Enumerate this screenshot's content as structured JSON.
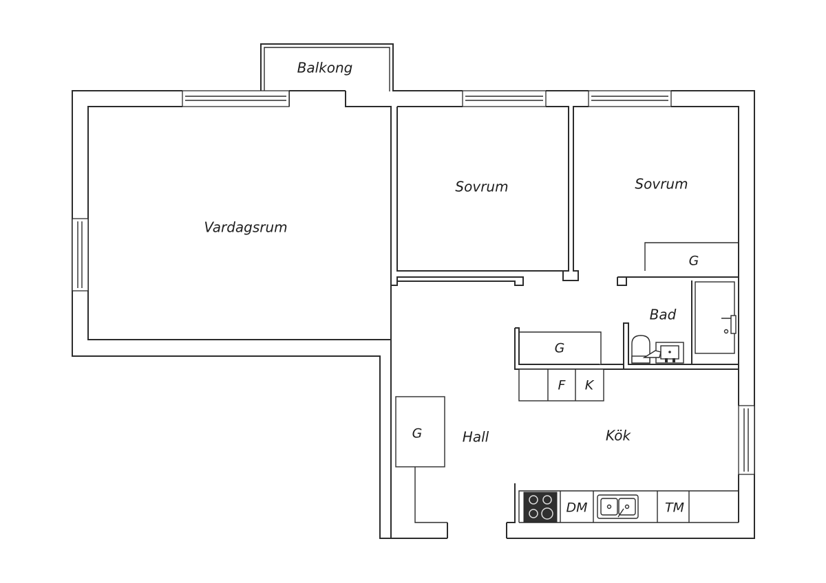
{
  "floorplan": {
    "rooms": {
      "balcony": "Balkong",
      "living": "Vardagsrum",
      "bedroom1": "Sovrum",
      "bedroom2": "Sovrum",
      "bath": "Bad",
      "hall": "Hall",
      "kitchen": "Kök"
    },
    "fixtures": {
      "wardrobe_bedroom": "G",
      "wardrobe_corridor": "G",
      "wardrobe_hall": "G",
      "freezer": "F",
      "fridge": "K",
      "dishwasher": "DM",
      "washer": "TM"
    },
    "icons": [
      "stove-icon",
      "sink-icon",
      "toilet-icon",
      "bathtub-icon",
      "washbasin-icon",
      "window-icon"
    ]
  }
}
